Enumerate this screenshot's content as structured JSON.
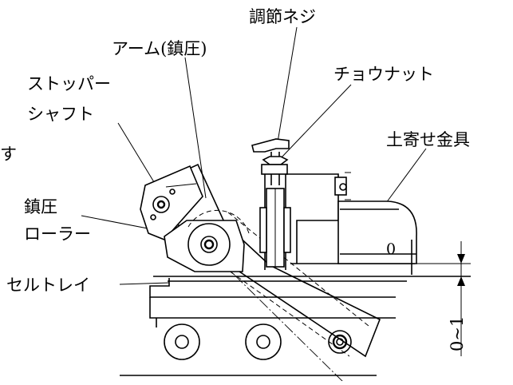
{
  "labels": {
    "adjust_screw": "調節ネジ",
    "arm": "アーム(鎮圧)",
    "wing_nut": "チョウナット",
    "stopper_shaft_1": "ストッパー",
    "stopper_shaft_2": "シャフト",
    "soil_fitting": "土寄せ金具",
    "press_roller_1": "鎮圧",
    "press_roller_2": "ローラー",
    "cell_tray": "セルトレイ",
    "gap_dimension": "0~1",
    "cut_char": "す",
    "part_mark": "0"
  }
}
